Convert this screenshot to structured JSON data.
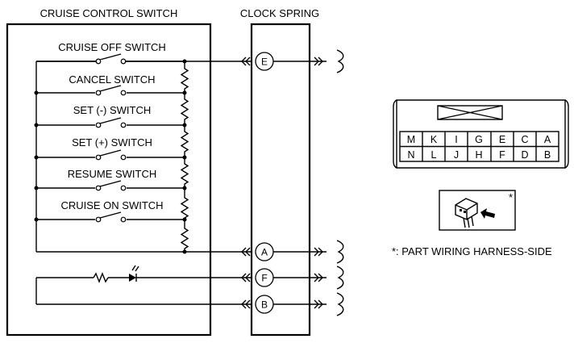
{
  "titles": {
    "cruise_control_switch": "CRUISE CONTROL SWITCH",
    "clock_spring": "CLOCK SPRING"
  },
  "switches": [
    {
      "label": "CRUISE OFF SWITCH"
    },
    {
      "label": "CANCEL SWITCH"
    },
    {
      "label": "SET (-) SWITCH"
    },
    {
      "label": "SET (+) SWITCH"
    },
    {
      "label": "RESUME SWITCH"
    },
    {
      "label": "CRUISE ON SWITCH"
    }
  ],
  "terminals": {
    "e": "E",
    "a": "A",
    "f": "F",
    "b": "B"
  },
  "connector": {
    "top_row": [
      "M",
      "K",
      "I",
      "G",
      "E",
      "C",
      "A"
    ],
    "bottom_row": [
      "N",
      "L",
      "J",
      "H",
      "F",
      "D",
      "B"
    ],
    "asterisk": "*"
  },
  "footnote": "*: PART WIRING HARNESS-SIDE"
}
